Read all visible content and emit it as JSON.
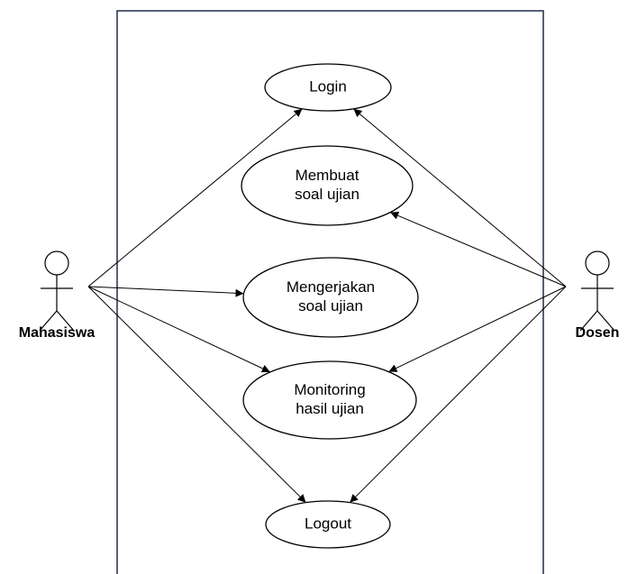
{
  "diagram": {
    "type": "use-case",
    "colors": {
      "line": "#000000",
      "boundary": "#1f2d4a",
      "background": "#ffffff"
    },
    "actors": [
      {
        "id": "mahasiswa",
        "name": "Mahasiswa"
      },
      {
        "id": "dosen",
        "name": "Dosen"
      }
    ],
    "use_cases": [
      {
        "id": "login",
        "lines": [
          "Login"
        ]
      },
      {
        "id": "membuat",
        "lines": [
          "Membuat",
          "soal ujian"
        ]
      },
      {
        "id": "mengerjakan",
        "lines": [
          "Mengerjakan",
          "soal ujian"
        ]
      },
      {
        "id": "monitoring",
        "lines": [
          "Monitoring",
          "hasil ujian"
        ]
      },
      {
        "id": "logout",
        "lines": [
          "Logout"
        ]
      }
    ],
    "associations": [
      {
        "from": "mahasiswa",
        "to": "login"
      },
      {
        "from": "mahasiswa",
        "to": "mengerjakan"
      },
      {
        "from": "mahasiswa",
        "to": "monitoring"
      },
      {
        "from": "mahasiswa",
        "to": "logout"
      },
      {
        "from": "dosen",
        "to": "login"
      },
      {
        "from": "dosen",
        "to": "membuat"
      },
      {
        "from": "dosen",
        "to": "monitoring"
      },
      {
        "from": "dosen",
        "to": "logout"
      }
    ]
  }
}
